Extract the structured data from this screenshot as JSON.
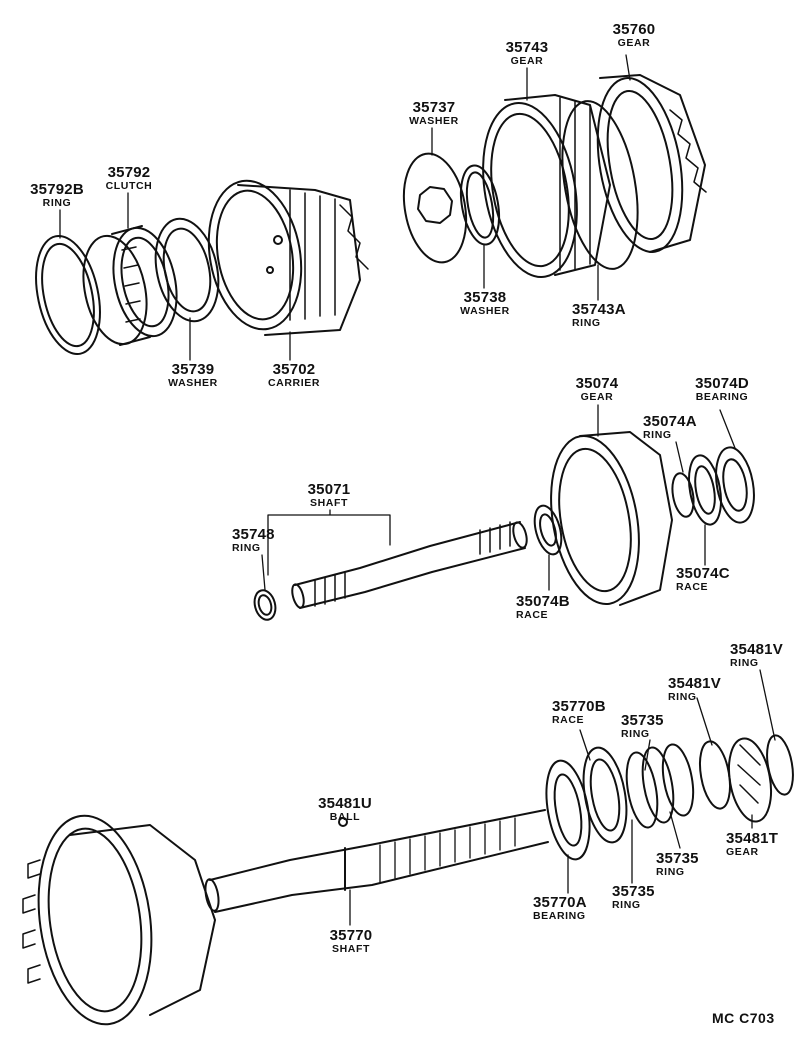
{
  "parts": [
    {
      "id": "35760",
      "number": "35760",
      "name": "GEAR"
    },
    {
      "id": "35743",
      "number": "35743",
      "name": "GEAR"
    },
    {
      "id": "35737",
      "number": "35737",
      "name": "WASHER"
    },
    {
      "id": "35792B",
      "number": "35792B",
      "name": "RING"
    },
    {
      "id": "35792",
      "number": "35792",
      "name": "CLUTCH"
    },
    {
      "id": "35738",
      "number": "35738",
      "name": "WASHER"
    },
    {
      "id": "35743A",
      "number": "35743A",
      "name": "RING"
    },
    {
      "id": "35739",
      "number": "35739",
      "name": "WASHER"
    },
    {
      "id": "35702",
      "number": "35702",
      "name": "CARRIER"
    },
    {
      "id": "35074",
      "number": "35074",
      "name": "GEAR"
    },
    {
      "id": "35074D",
      "number": "35074D",
      "name": "BEARING"
    },
    {
      "id": "35074A",
      "number": "35074A",
      "name": "RING"
    },
    {
      "id": "35071",
      "number": "35071",
      "name": "SHAFT"
    },
    {
      "id": "35748",
      "number": "35748",
      "name": "RING"
    },
    {
      "id": "35074C",
      "number": "35074C",
      "name": "RACE"
    },
    {
      "id": "35074B",
      "number": "35074B",
      "name": "RACE"
    },
    {
      "id": "35481V_top",
      "number": "35481V",
      "name": "RING"
    },
    {
      "id": "35481V_mid",
      "number": "35481V",
      "name": "RING"
    },
    {
      "id": "35770B",
      "number": "35770B",
      "name": "RACE"
    },
    {
      "id": "35735_top",
      "number": "35735",
      "name": "RING"
    },
    {
      "id": "35481U",
      "number": "35481U",
      "name": "BALL"
    },
    {
      "id": "35481T",
      "number": "35481T",
      "name": "GEAR"
    },
    {
      "id": "35735_mid",
      "number": "35735",
      "name": "RING"
    },
    {
      "id": "35735_low",
      "number": "35735",
      "name": "RING"
    },
    {
      "id": "35770A",
      "number": "35770A",
      "name": "BEARING"
    },
    {
      "id": "35770",
      "number": "35770",
      "name": "SHAFT"
    }
  ],
  "diagram_code": "MC  C703"
}
